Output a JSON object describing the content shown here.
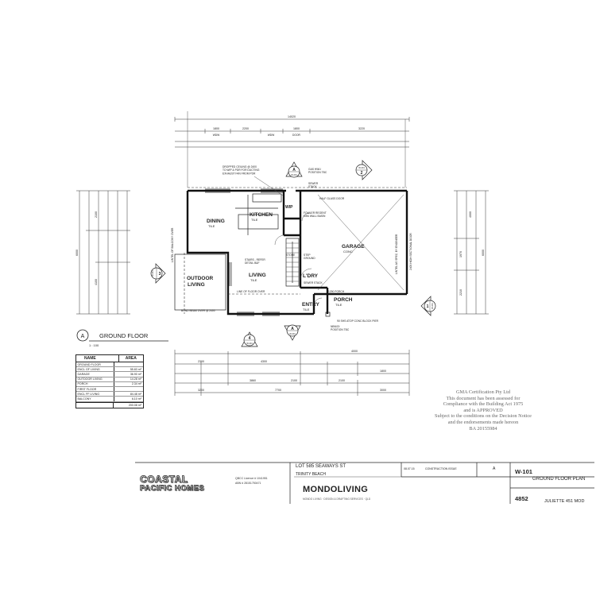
{
  "plan": {
    "overall_dim_top": "14020",
    "top_dims": [
      "1800",
      "2200",
      "1800",
      "3220"
    ],
    "top_dim_labels": [
      "WDW",
      "WDW",
      "DOOR"
    ],
    "bottom_dims_row1": [
      "2300",
      "4300",
      "4000"
    ],
    "bottom_dims_row2": [
      "3860",
      "2100",
      "2100",
      "1800"
    ],
    "bottom_dims_row3": [
      "3200",
      "7700",
      "3000"
    ],
    "left_dims": [
      "2100",
      "4100",
      "6000"
    ],
    "right_dims": [
      "4000",
      "1970",
      "2210",
      "6000"
    ],
    "rooms": [
      {
        "key": "dining",
        "name": "DINING",
        "finish": "TILE"
      },
      {
        "key": "kitchen",
        "name": "KITCHEN",
        "finish": "TILE"
      },
      {
        "key": "wip",
        "name": "WIP",
        "finish": ""
      },
      {
        "key": "living",
        "name": "LIVING",
        "finish": "TILE"
      },
      {
        "key": "outdoor",
        "name": "OUTDOOR\nLIVING",
        "finish": ""
      },
      {
        "key": "garage",
        "name": "GARAGE",
        "finish": "CONC"
      },
      {
        "key": "ldry",
        "name": "L'DRY",
        "finish": ""
      },
      {
        "key": "entry",
        "name": "ENTRY",
        "finish": "TILE"
      },
      {
        "key": "porch",
        "name": "PORCH",
        "finish": "TILE"
      },
      {
        "key": "store",
        "name": "STORE",
        "finish": ""
      }
    ],
    "notes": {
      "ceiling": "DROPPED CEILING @ 2400\nTO WIP & PDR FOR DUCTING\nEXHAUST FAN FROM PDR",
      "gas": "GAS HWU\nPOSITION TBC",
      "sewer": "SEWER\nSTACK",
      "glass_door": "HALF GLASS DOOR",
      "basin": "FOWLER REGENT\nMINI WALL BASIN",
      "stairs": "STAIRS - REFER\nDETAIL B&F",
      "floor_over": "LINE OF FLOOR OVER",
      "bond_beam": "BOND BEAM OVER @ 2400",
      "sewer_stack": "SEWER STACK",
      "balcony": "LINE OF BALCONY OVER",
      "lintel_left": "LINTEL OF BALCONY OVER",
      "garage_door": "2400 HIGH SECTIONAL DOOR",
      "lintel_right": "LINTEL AS SPEC. BY ENGINEER",
      "nbn": "NBN/OI\nPOSITION TBC",
      "block_pier": "90 SHS ATOP CONC BLOCK PIER",
      "step": "STEP\nGROUND",
      "porch_dims": "1290 PORCH"
    },
    "section_markers": [
      {
        "letter": "A",
        "sheet": "W-201"
      },
      {
        "letter": "2",
        "sheet": "W-201"
      },
      {
        "letter": "3",
        "sheet": "W-201"
      },
      {
        "letter": "4",
        "sheet": "W-201"
      },
      {
        "letter": "1",
        "sheet": "W-201"
      },
      {
        "letter": "A",
        "sheet": "W-201"
      }
    ],
    "view_title": {
      "letter": "A",
      "title": "GROUND FLOOR",
      "scale": "1 : 100"
    }
  },
  "area_table": {
    "headers": [
      "NAME",
      "AREA"
    ],
    "rows": [
      [
        "GROUND FLOOR",
        ""
      ],
      [
        "ENCL GF LIVING",
        "55.83 m²"
      ],
      [
        "GARAGE",
        "36.90 m²"
      ],
      [
        "OUTDOOR LIVING",
        "14.28 m²"
      ],
      [
        "PORCH",
        "2.34 m²"
      ],
      [
        "FIRST FLOOR",
        ""
      ],
      [
        "ENCL FF LIVING",
        "84.48 m²"
      ],
      [
        "BALCONY",
        "6.10 m²"
      ]
    ],
    "total": "200.08 m²"
  },
  "stamp": {
    "lines": [
      "GMA Certification Pty Ltd",
      "This document has been assessed for",
      "Compliance with the Building Act 1975",
      "and is APPROVED",
      "Subject to the conditions on the Decision Notice",
      "and the endorsements made hereon",
      "BA 20155984"
    ]
  },
  "title_block": {
    "builder_line1": "COASTAL",
    "builder_line2": "PACIFIC HOMES",
    "builder_licence": "QBCC Licence # 1041951",
    "builder_abn": "ABN # 28151750471",
    "address_line1": "LOT 585 SEAWAYS ST",
    "address_line2": "TRINITY BEACH",
    "client": "MONDOLIVING",
    "client_fine_print": "MONDO LIVING · DESIGN & DRAFTING SERVICES · QLD",
    "rev": "A",
    "rev_date": "08.07.15",
    "rev_desc": "CONSTRUCTION ISSUE",
    "sheet_no": "W-101",
    "sheet_name": "GROUND FLOOR PLAN",
    "project_no": "4852",
    "project_name": "JULIETTE 451 MOD"
  }
}
